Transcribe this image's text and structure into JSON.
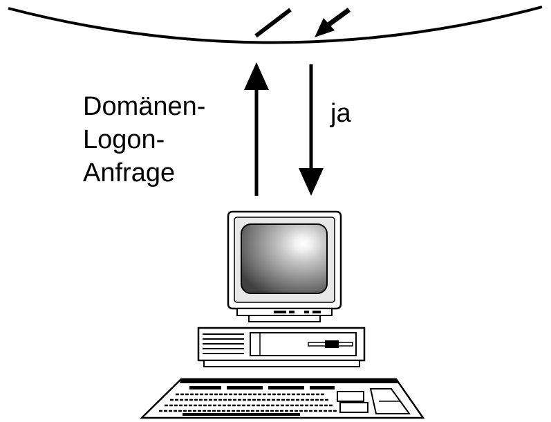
{
  "labels": {
    "request_lines": [
      "Domänen-",
      "Logon-",
      "Anfrage"
    ],
    "response": "ja"
  },
  "icons": {
    "device": "desktop-computer-icon",
    "network": "network-curve"
  },
  "colors": {
    "line": "#000000",
    "background": "#ffffff"
  }
}
